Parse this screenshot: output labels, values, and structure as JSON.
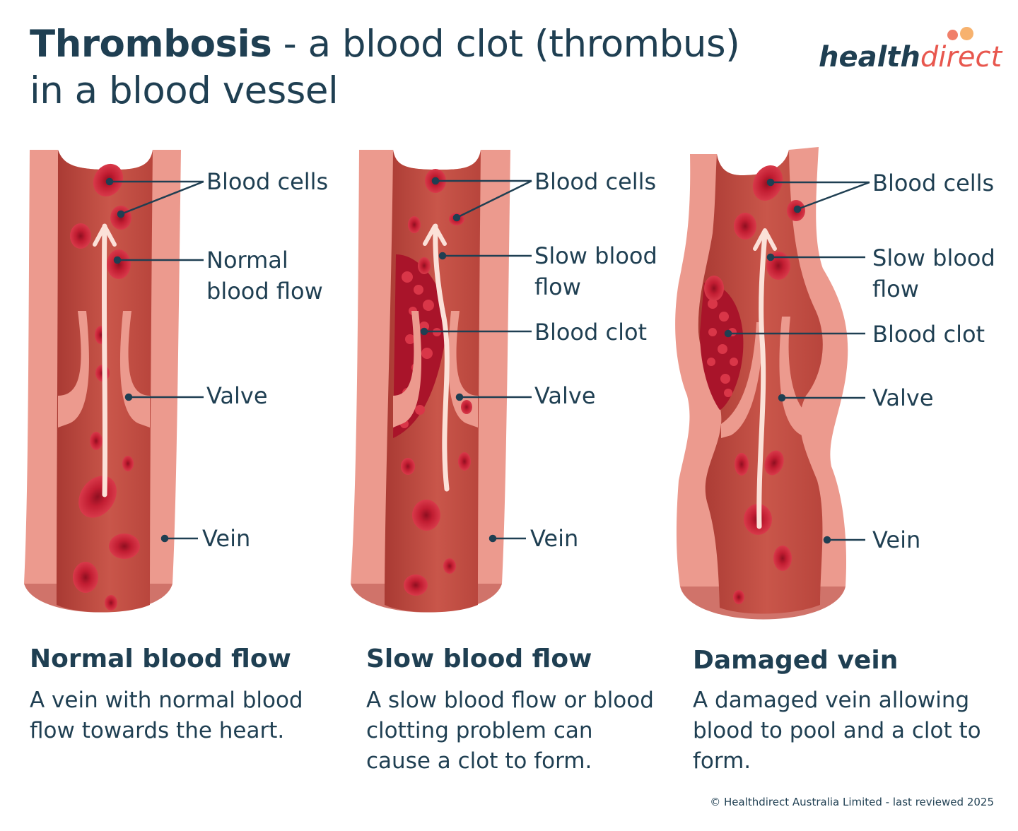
{
  "header": {
    "title_bold": "Thrombosis",
    "title_rest": " - a blood clot (thrombus) in a blood vessel"
  },
  "logo": {
    "part1": "health",
    "part2": "direct",
    "colors": {
      "dark": "#1f3f52",
      "accent": "#e8574e",
      "dot1": "#f07f6a",
      "dot2": "#f7b26e"
    }
  },
  "colors": {
    "vein_wall": "#ec9a8e",
    "vein_inner": "#b8453c",
    "blood_cell": "#c21d32",
    "flow_arrow": "#fbe1d8",
    "text": "#1f3f52"
  },
  "panels": [
    {
      "title": "Normal blood flow",
      "description": "A vein with normal blood flow towards the heart.",
      "labels": {
        "cells": "Blood cells",
        "flow": "Normal blood flow",
        "valve": "Valve",
        "vein": "Vein"
      }
    },
    {
      "title": "Slow blood flow",
      "description": "A slow blood flow or blood clotting problem can cause a clot to form.",
      "labels": {
        "cells": "Blood cells",
        "flow": "Slow blood flow",
        "clot": "Blood clot",
        "valve": "Valve",
        "vein": "Vein"
      }
    },
    {
      "title": "Damaged vein",
      "description": "A damaged vein allowing blood to pool and a clot to form.",
      "labels": {
        "cells": "Blood cells",
        "flow": "Slow blood flow",
        "clot": "Blood clot",
        "valve": "Valve",
        "vein": "Vein"
      }
    }
  ],
  "footer": {
    "copyright": "© Healthdirect Australia Limited - last reviewed 2025"
  }
}
